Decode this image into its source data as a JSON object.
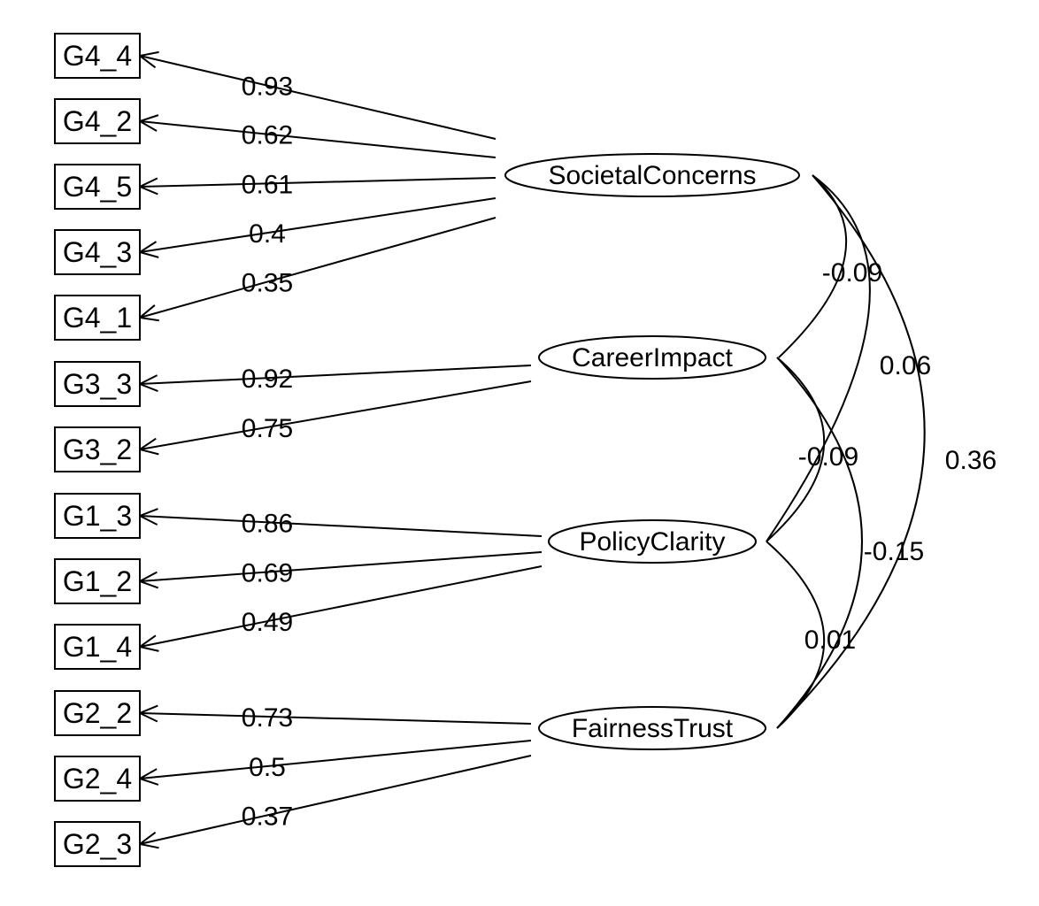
{
  "indicators": [
    {
      "id": "G4_4",
      "label": "G4_4"
    },
    {
      "id": "G4_2",
      "label": "G4_2"
    },
    {
      "id": "G4_5",
      "label": "G4_5"
    },
    {
      "id": "G4_3",
      "label": "G4_3"
    },
    {
      "id": "G4_1",
      "label": "G4_1"
    },
    {
      "id": "G3_3",
      "label": "G3_3"
    },
    {
      "id": "G3_2",
      "label": "G3_2"
    },
    {
      "id": "G1_3",
      "label": "G1_3"
    },
    {
      "id": "G1_2",
      "label": "G1_2"
    },
    {
      "id": "G1_4",
      "label": "G1_4"
    },
    {
      "id": "G2_2",
      "label": "G2_2"
    },
    {
      "id": "G2_4",
      "label": "G2_4"
    },
    {
      "id": "G2_3",
      "label": "G2_3"
    }
  ],
  "latents": [
    {
      "id": "SocietalConcerns",
      "label": "SocietalConcerns"
    },
    {
      "id": "CareerImpact",
      "label": "CareerImpact"
    },
    {
      "id": "PolicyClarity",
      "label": "PolicyClarity"
    },
    {
      "id": "FairnessTrust",
      "label": "FairnessTrust"
    }
  ],
  "loadings": [
    {
      "from": "SocietalConcerns",
      "to": "G4_4",
      "value": "0.93"
    },
    {
      "from": "SocietalConcerns",
      "to": "G4_2",
      "value": "0.62"
    },
    {
      "from": "SocietalConcerns",
      "to": "G4_5",
      "value": "0.61"
    },
    {
      "from": "SocietalConcerns",
      "to": "G4_3",
      "value": "0.4"
    },
    {
      "from": "SocietalConcerns",
      "to": "G4_1",
      "value": "0.35"
    },
    {
      "from": "CareerImpact",
      "to": "G3_3",
      "value": "0.92"
    },
    {
      "from": "CareerImpact",
      "to": "G3_2",
      "value": "0.75"
    },
    {
      "from": "PolicyClarity",
      "to": "G1_3",
      "value": "0.86"
    },
    {
      "from": "PolicyClarity",
      "to": "G1_2",
      "value": "0.69"
    },
    {
      "from": "PolicyClarity",
      "to": "G1_4",
      "value": "0.49"
    },
    {
      "from": "FairnessTrust",
      "to": "G2_2",
      "value": "0.73"
    },
    {
      "from": "FairnessTrust",
      "to": "G2_4",
      "value": "0.5"
    },
    {
      "from": "FairnessTrust",
      "to": "G2_3",
      "value": "0.37"
    }
  ],
  "covariances": [
    {
      "from": "SocietalConcerns",
      "to": "CareerImpact",
      "value": "-0.09"
    },
    {
      "from": "SocietalConcerns",
      "to": "PolicyClarity",
      "value": "0.06"
    },
    {
      "from": "SocietalConcerns",
      "to": "FairnessTrust",
      "value": "0.36"
    },
    {
      "from": "CareerImpact",
      "to": "PolicyClarity",
      "value": "-0.09"
    },
    {
      "from": "CareerImpact",
      "to": "FairnessTrust",
      "value": "-0.15"
    },
    {
      "from": "PolicyClarity",
      "to": "FairnessTrust",
      "value": "0.01"
    }
  ]
}
